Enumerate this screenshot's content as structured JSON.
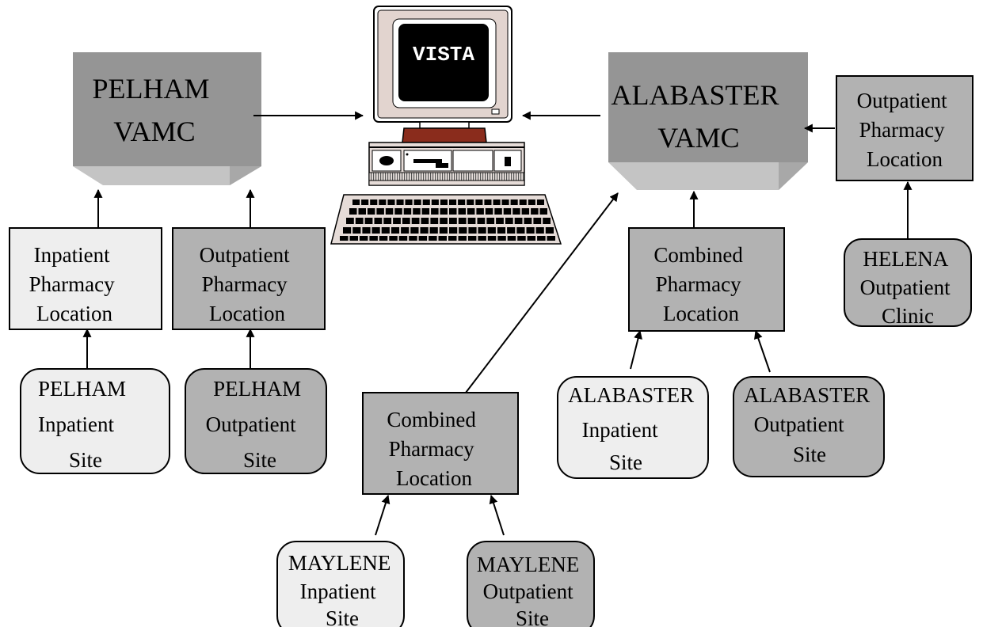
{
  "vista": {
    "label": "VISTA"
  },
  "pelham_vamc": {
    "lines": [
      "PELHAM",
      "VAMC"
    ]
  },
  "alabaster_vamc": {
    "lines": [
      "ALABASTER",
      "VAMC"
    ]
  },
  "pelham_inpatient_location": {
    "lines": [
      "Inpatient",
      "Pharmacy",
      "Location"
    ]
  },
  "pelham_outpatient_location": {
    "lines": [
      "Outpatient",
      "Pharmacy",
      "Location"
    ]
  },
  "pelham_inpatient_site": {
    "lines": [
      "PELHAM",
      "Inpatient",
      "Site"
    ]
  },
  "pelham_outpatient_site": {
    "lines": [
      "PELHAM",
      "Outpatient",
      "Site"
    ]
  },
  "maylene_combined_location": {
    "lines": [
      "Combined",
      "Pharmacy",
      "Location"
    ]
  },
  "maylene_inpatient_site": {
    "lines": [
      "MAYLENE",
      "Inpatient",
      "Site"
    ]
  },
  "maylene_outpatient_site": {
    "lines": [
      "MAYLENE",
      "Outpatient",
      "Site"
    ]
  },
  "alabaster_combined_location": {
    "lines": [
      "Combined",
      "Pharmacy",
      "Location"
    ]
  },
  "alabaster_inpatient_site": {
    "lines": [
      "ALABASTER",
      "Inpatient",
      "Site"
    ]
  },
  "alabaster_outpatient_site": {
    "lines": [
      "ALABASTER",
      "Outpatient",
      "Site"
    ]
  },
  "alabaster_outpatient_location": {
    "lines": [
      "Outpatient",
      "Pharmacy",
      "Location"
    ]
  },
  "helena_clinic": {
    "lines": [
      "HELENA",
      "Outpatient",
      "Clinic"
    ]
  },
  "colors": {
    "dark_block": "#959595",
    "mid_box": "#b2b2b2",
    "light_box": "#eeeeee"
  }
}
